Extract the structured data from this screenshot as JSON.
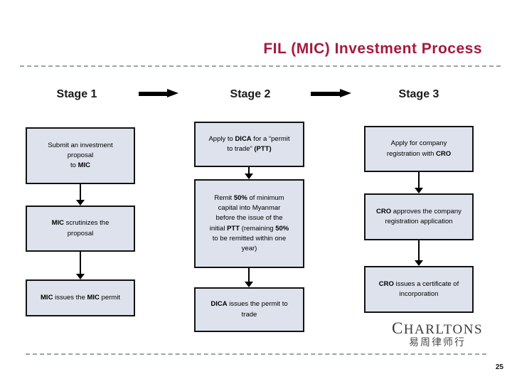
{
  "title": "FIL (MIC) Investment Process",
  "page_number": "25",
  "colors": {
    "title_accent": "#A6193E",
    "box_fill": "#DEE2EC",
    "box_border": "#121212",
    "divider": "#9CA3AD",
    "arrow": "#000000"
  },
  "stages": [
    {
      "label": "Stage 1",
      "boxes": [
        {
          "segments": [
            {
              "t": "Submit an investment"
            },
            {
              "nl": true
            },
            {
              "t": "proposal"
            },
            {
              "nl": true
            },
            {
              "t": "to "
            },
            {
              "t": "MIC",
              "b": true
            }
          ]
        },
        {
          "segments": [
            {
              "t": "MIC",
              "b": true
            },
            {
              "t": " scrutinizes the"
            },
            {
              "nl": true
            },
            {
              "t": "proposal"
            }
          ]
        },
        {
          "segments": [
            {
              "t": "MIC",
              "b": true
            },
            {
              "t": " issues the "
            },
            {
              "t": "MIC",
              "b": true
            },
            {
              "t": " permit"
            }
          ]
        }
      ]
    },
    {
      "label": "Stage 2",
      "boxes": [
        {
          "segments": [
            {
              "t": "Apply to "
            },
            {
              "t": "DICA",
              "b": true
            },
            {
              "t": " for a “permit"
            },
            {
              "nl": true
            },
            {
              "t": "to trade” "
            },
            {
              "t": "(PTT)",
              "b": true
            }
          ]
        },
        {
          "segments": [
            {
              "t": "Remit "
            },
            {
              "t": "50%",
              "b": true
            },
            {
              "t": " of minimum"
            },
            {
              "nl": true
            },
            {
              "t": "capital into Myanmar"
            },
            {
              "nl": true
            },
            {
              "t": "before the issue of the"
            },
            {
              "nl": true
            },
            {
              "t": "initial "
            },
            {
              "t": "PTT",
              "b": true
            },
            {
              "t": " (remaining "
            },
            {
              "t": "50%",
              "b": true
            },
            {
              "nl": true
            },
            {
              "t": "to be remitted within one"
            },
            {
              "nl": true
            },
            {
              "t": "year)"
            }
          ]
        },
        {
          "segments": [
            {
              "t": "DICA",
              "b": true
            },
            {
              "t": " issues the permit to"
            },
            {
              "nl": true
            },
            {
              "t": "trade"
            }
          ]
        }
      ]
    },
    {
      "label": "Stage 3",
      "boxes": [
        {
          "segments": [
            {
              "t": "Apply for company"
            },
            {
              "nl": true
            },
            {
              "t": "registration with "
            },
            {
              "t": "CRO",
              "b": true
            }
          ]
        },
        {
          "segments": [
            {
              "t": "CRO",
              "b": true
            },
            {
              "t": " approves the company"
            },
            {
              "nl": true
            },
            {
              "t": "registration application"
            }
          ]
        },
        {
          "segments": [
            {
              "t": "CRO",
              "b": true
            },
            {
              "t": " issues a certificate of"
            },
            {
              "nl": true
            },
            {
              "t": "incorporation"
            }
          ]
        }
      ]
    }
  ],
  "logo": {
    "name": "CHARLTONS",
    "chinese_name": "易周律师行"
  }
}
